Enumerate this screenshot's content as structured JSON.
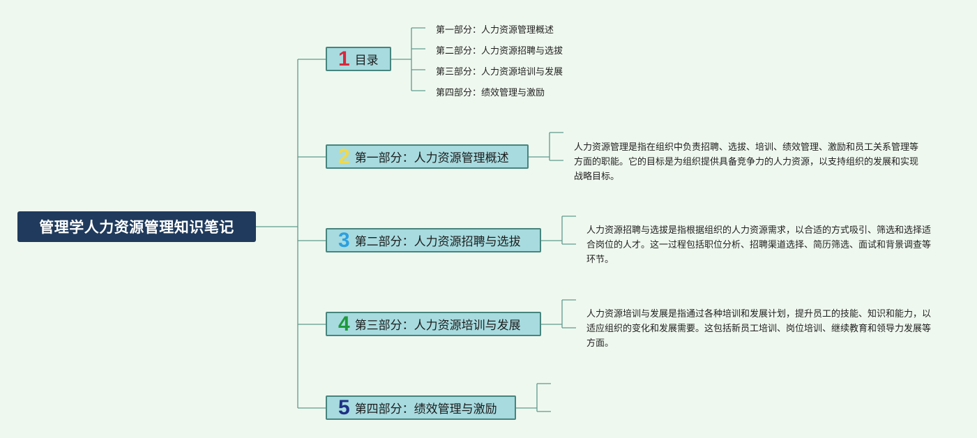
{
  "root": {
    "title": "管理学人力资源管理知识笔记"
  },
  "branches": [
    {
      "num": "1",
      "num_color": "#d8283c",
      "label": "目录"
    },
    {
      "num": "2",
      "num_color": "#f1d94a",
      "label": "第一部分：人力资源管理概述"
    },
    {
      "num": "3",
      "num_color": "#2c9fe0",
      "label": "第二部分：人力资源招聘与选拔"
    },
    {
      "num": "4",
      "num_color": "#1f9a3a",
      "label": "第三部分：人力资源培训与发展"
    },
    {
      "num": "5",
      "num_color": "#1f2f86",
      "label": "第四部分：绩效管理与激励"
    }
  ],
  "toc_items": [
    "第一部分：人力资源管理概述",
    "第二部分：人力资源招聘与选拔",
    "第三部分：人力资源培训与发展",
    "第四部分：绩效管理与激励"
  ],
  "descriptions": [
    "人力资源管理是指在组织中负责招聘、选拔、培训、绩效管理、激励和员工关系管理等方面的职能。它的目标是为组织提供具备竞争力的人力资源，以支持组织的发展和实现战略目标。",
    "人力资源招聘与选拔是指根据组织的人力资源需求，以合适的方式吸引、筛选和选择适合岗位的人才。这一过程包括职位分析、招聘渠道选择、简历筛选、面试和背景调查等环节。",
    "人力资源培训与发展是指通过各种培训和发展计划，提升员工的技能、知识和能力，以适应组织的变化和发展需要。这包括新员工培训、岗位培训、继续教育和领导力发展等方面。"
  ],
  "colors": {
    "background": "#eff8ef",
    "root_fill": "#1f3a5c",
    "branch_fill": "#a7dbdf",
    "branch_border": "#46857d",
    "connector": "#5e9a8e"
  }
}
